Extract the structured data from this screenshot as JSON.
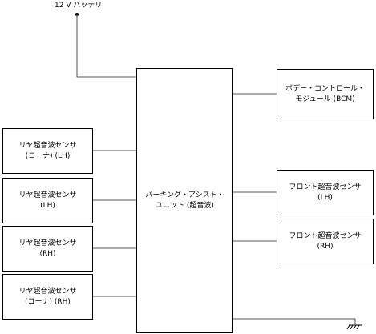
{
  "battery": {
    "label": "12 V バッテリ"
  },
  "main_unit": {
    "label": "パーキング・アシスト・\nユニット (超音波)"
  },
  "bcm": {
    "label": "ボデー・コントロール・\nモジュール (BCM)"
  },
  "rear_sensors": [
    {
      "label": "リヤ超音波センサ\n(コーナ) (LH)"
    },
    {
      "label": "リヤ超音波センサ\n(LH)"
    },
    {
      "label": "リヤ超音波センサ\n(RH)"
    },
    {
      "label": "リヤ超音波センサ\n(コーナ) (RH)"
    }
  ],
  "front_sensors": [
    {
      "label": "フロント超音波センサ\n(LH)"
    },
    {
      "label": "フロント超音波センサ\n(RH)"
    }
  ],
  "ground": {
    "icon": "ground-icon"
  }
}
